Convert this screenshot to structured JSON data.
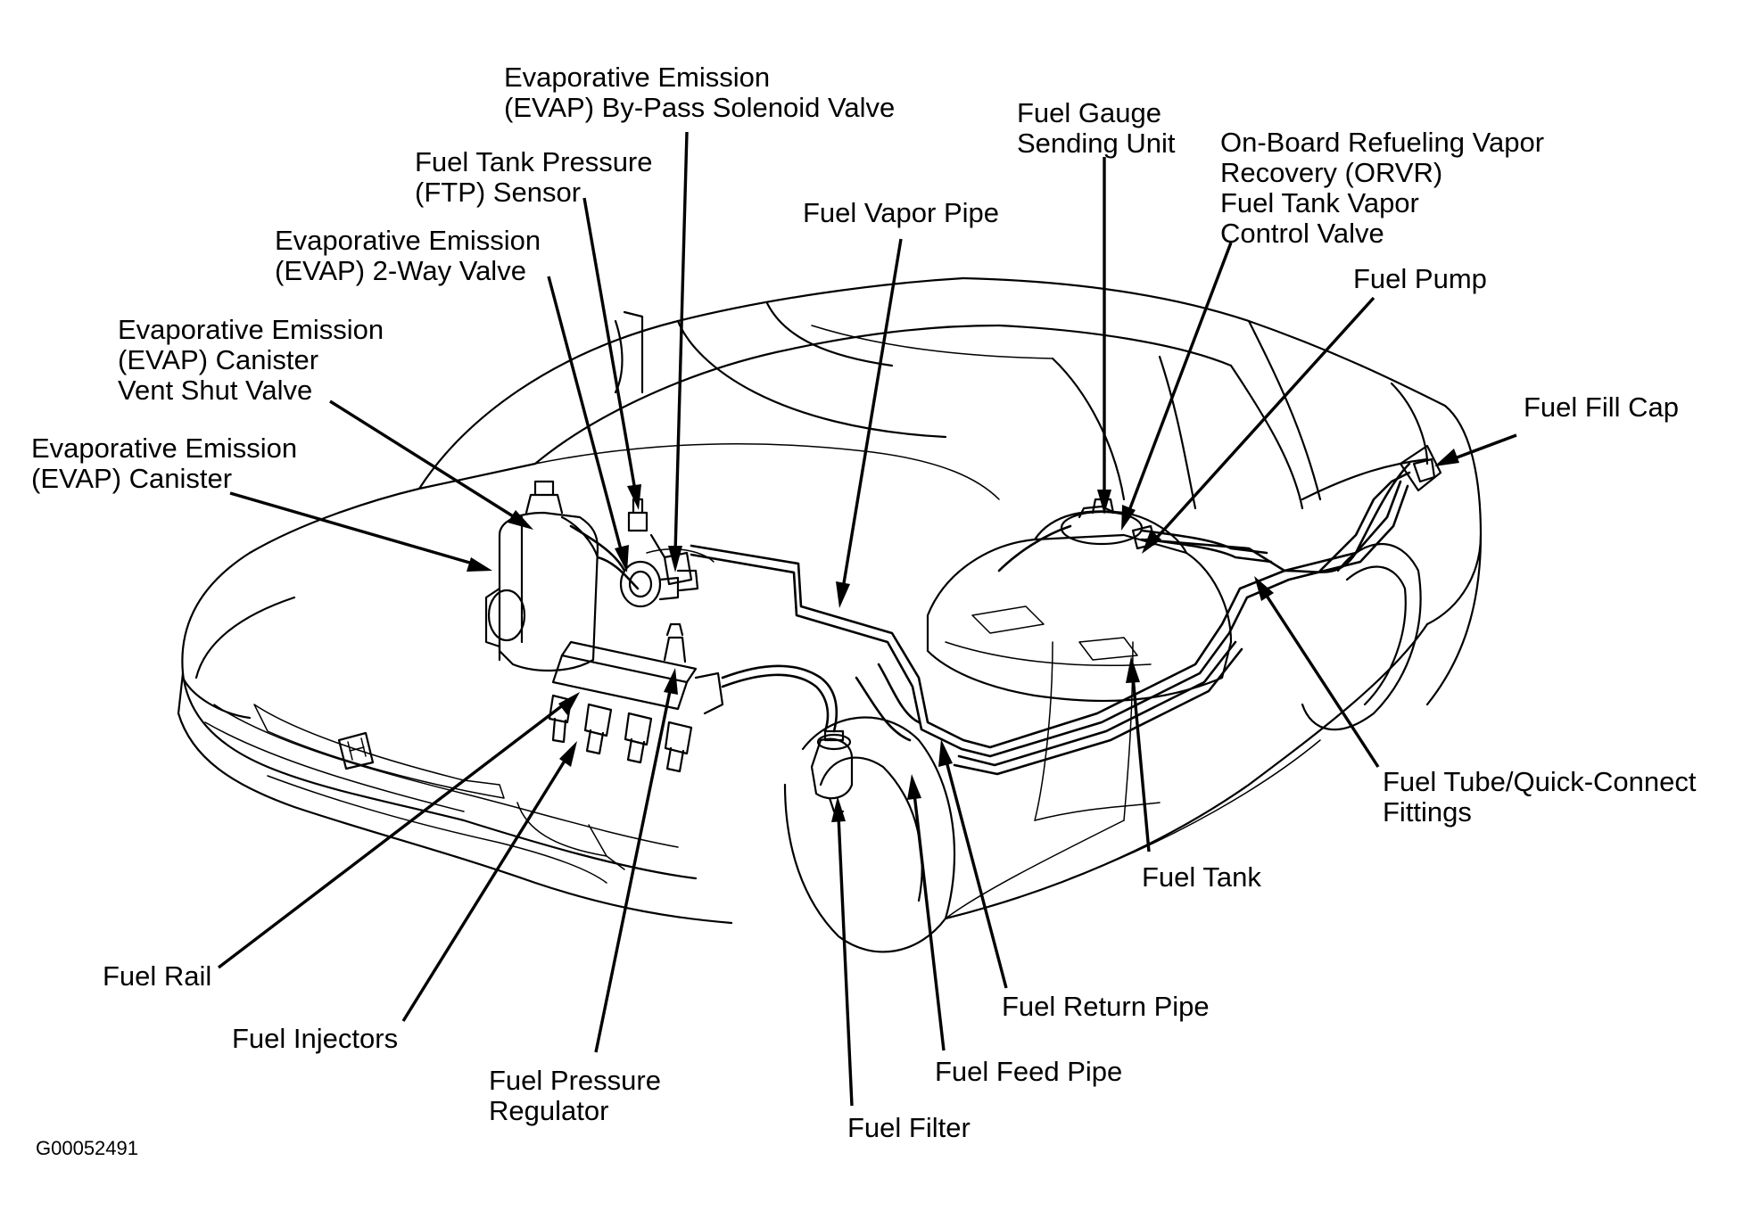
{
  "diagram": {
    "figure_id": "G00052491",
    "labels": {
      "evap_bypass": [
        "Evaporative Emission",
        "(EVAP) By-Pass Solenoid Valve"
      ],
      "ftp_sensor": [
        "Fuel Tank Pressure",
        "(FTP) Sensor"
      ],
      "evap_2way": [
        "Evaporative Emission",
        "(EVAP)  2-Way Valve"
      ],
      "evap_vent_shut": [
        "Evaporative Emission",
        "(EVAP) Canister",
        "Vent Shut Valve"
      ],
      "evap_canister": [
        "Evaporative Emission",
        "(EVAP) Canister"
      ],
      "fuel_vapor_pipe": [
        "Fuel Vapor Pipe"
      ],
      "fuel_gauge": [
        "Fuel Gauge",
        "Sending Unit"
      ],
      "orvr": [
        "On-Board Refueling Vapor",
        "Recovery (ORVR)",
        "Fuel Tank Vapor",
        "Control Valve"
      ],
      "fuel_pump": [
        "Fuel Pump"
      ],
      "fuel_fill_cap": [
        "Fuel Fill Cap"
      ],
      "fuel_tube": [
        "Fuel Tube/Quick-Connect",
        "Fittings"
      ],
      "fuel_tank": [
        "Fuel Tank"
      ],
      "fuel_return_pipe": [
        "Fuel Return Pipe"
      ],
      "fuel_feed_pipe": [
        "Fuel Feed Pipe"
      ],
      "fuel_filter": [
        "Fuel Filter"
      ],
      "fuel_pressure_regulator": [
        "Fuel Pressure",
        "Regulator"
      ],
      "fuel_injectors": [
        "Fuel Injectors"
      ],
      "fuel_rail": [
        "Fuel Rail"
      ]
    }
  }
}
